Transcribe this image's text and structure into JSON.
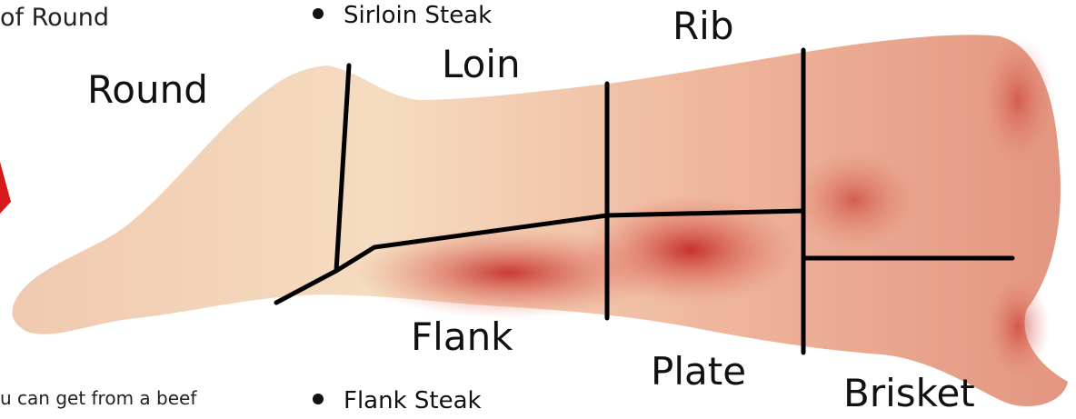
{
  "colors": {
    "meat_light": "#f2d3b4",
    "meat_pink": "#e89a86",
    "meat_red": "#c9322a",
    "meat_dark": "#a81e1e",
    "cut_line": "#000000",
    "arrow_red": "#d8191b"
  },
  "top_left_fragment": "of Round",
  "bottom_left_fragment": "u can get from a beef",
  "bullets": {
    "top": "Sirloin Steak",
    "bottom": "Flank Steak"
  },
  "cuts": {
    "round": "Round",
    "loin": "Loin",
    "rib": "Rib",
    "flank": "Flank",
    "plate": "Plate",
    "brisket": "Brisket"
  }
}
